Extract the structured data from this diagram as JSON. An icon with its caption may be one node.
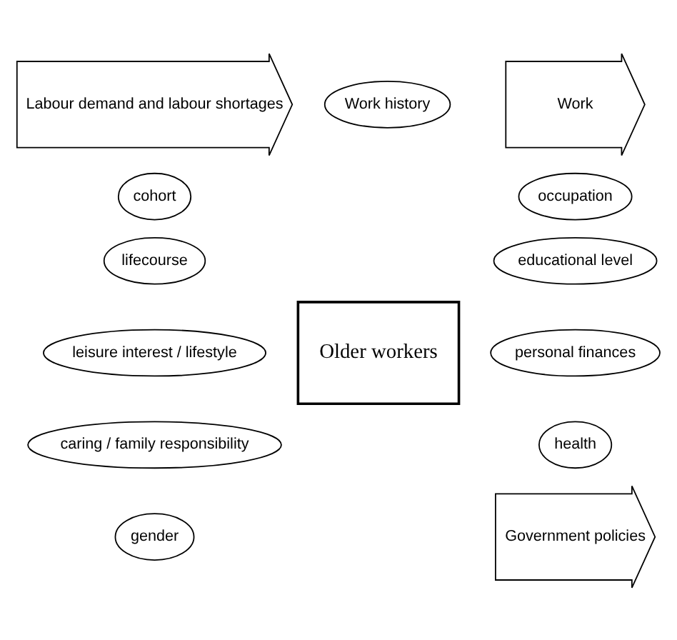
{
  "diagram": {
    "nodes": [
      {
        "text": [
          "Labour demand and labour shortages"
        ]
      },
      {
        "text": [
          "Work history"
        ]
      },
      {
        "text": [
          "Work"
        ]
      },
      {
        "text": [
          "cohort"
        ]
      },
      {
        "text": [
          "occupation"
        ]
      },
      {
        "text": [
          "lifecourse"
        ]
      },
      {
        "text": [
          "Older workers"
        ]
      },
      {
        "text": [
          "educational level"
        ]
      },
      {
        "text": [
          "leisure interest / lifestyle"
        ]
      },
      {
        "text": [
          "personal finances"
        ]
      },
      {
        "text": [
          "caring / family responsibility"
        ]
      },
      {
        "text": [
          "health"
        ]
      },
      {
        "text": [
          "gender"
        ]
      },
      {
        "text": [
          "Government policies"
        ]
      }
    ]
  }
}
